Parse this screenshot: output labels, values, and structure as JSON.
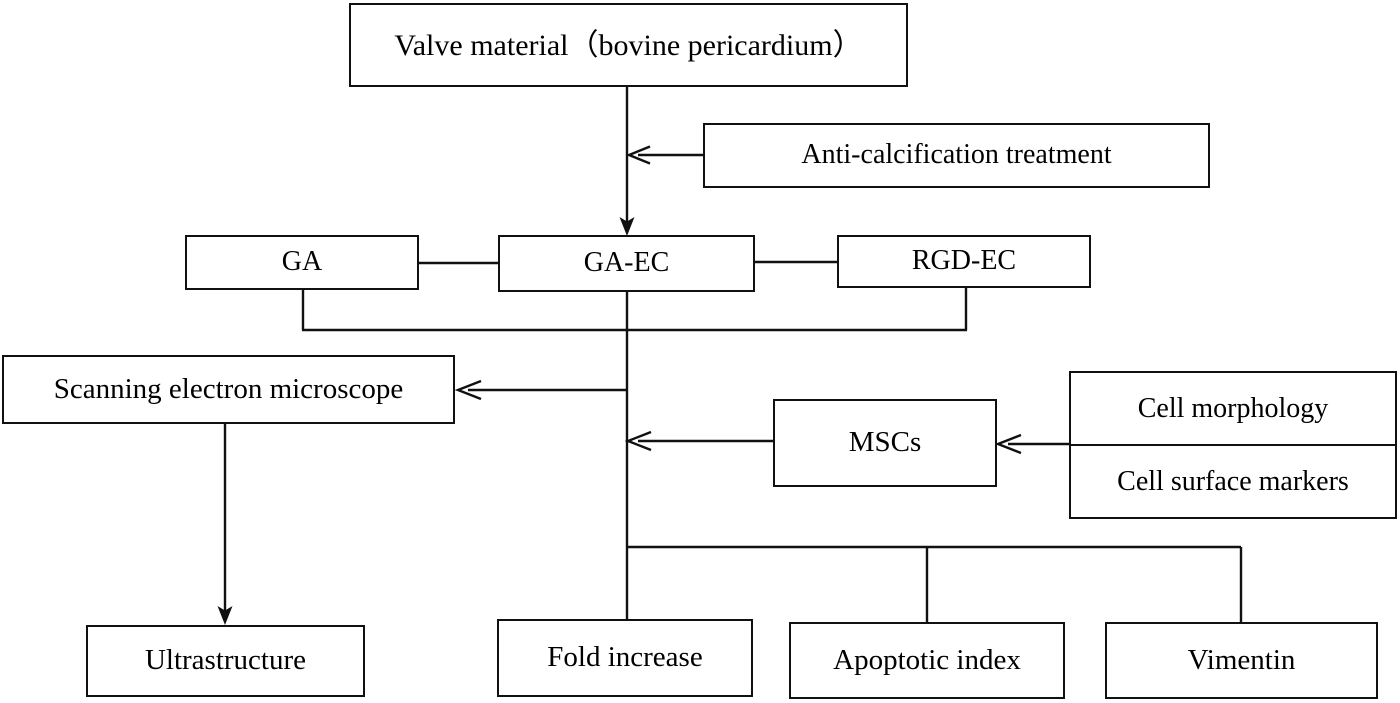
{
  "diagram": {
    "title": "Experimental workflow flowchart",
    "stroke_color": "#111111",
    "background_color": "#ffffff",
    "nodes": {
      "valve_material": "Valve material（bovine pericardium）",
      "anti_calcification": "Anti-calcification treatment",
      "ga": "GA",
      "ga_ec": "GA-EC",
      "rgd_ec": "RGD-EC",
      "sem": "Scanning electron microscope",
      "mscs": "MSCs",
      "cell_morphology": "Cell morphology",
      "cell_surface_markers": "Cell surface markers",
      "ultrastructure": "Ultrastructure",
      "fold_increase": "Fold increase",
      "apoptotic_index": "Apoptotic index",
      "vimentin": "Vimentin"
    },
    "edges": [
      {
        "from": "valve_material",
        "to": "ga_ec",
        "arrow": true
      },
      {
        "from": "anti_calcification",
        "to": "valve_material_stem",
        "arrow": true
      },
      {
        "from": "ga",
        "to": "ga_ec",
        "arrow": false
      },
      {
        "from": "ga_ec",
        "to": "rgd_ec",
        "arrow": false
      },
      {
        "from": "ga",
        "to": "bus_upper",
        "arrow": false
      },
      {
        "from": "rgd_ec",
        "to": "bus_upper",
        "arrow": false
      },
      {
        "from": "ga_ec",
        "to": "sem",
        "arrow": true
      },
      {
        "from": "mscs",
        "to": "main_stem",
        "arrow": true
      },
      {
        "from": "cell_markers_box",
        "to": "mscs",
        "arrow": true
      },
      {
        "from": "sem",
        "to": "ultrastructure",
        "arrow": true
      },
      {
        "from": "main_stem",
        "to": "fold_increase",
        "arrow": false
      },
      {
        "from": "bus_lower",
        "to": "apoptotic_index",
        "arrow": false
      },
      {
        "from": "bus_lower",
        "to": "vimentin",
        "arrow": false
      }
    ]
  }
}
